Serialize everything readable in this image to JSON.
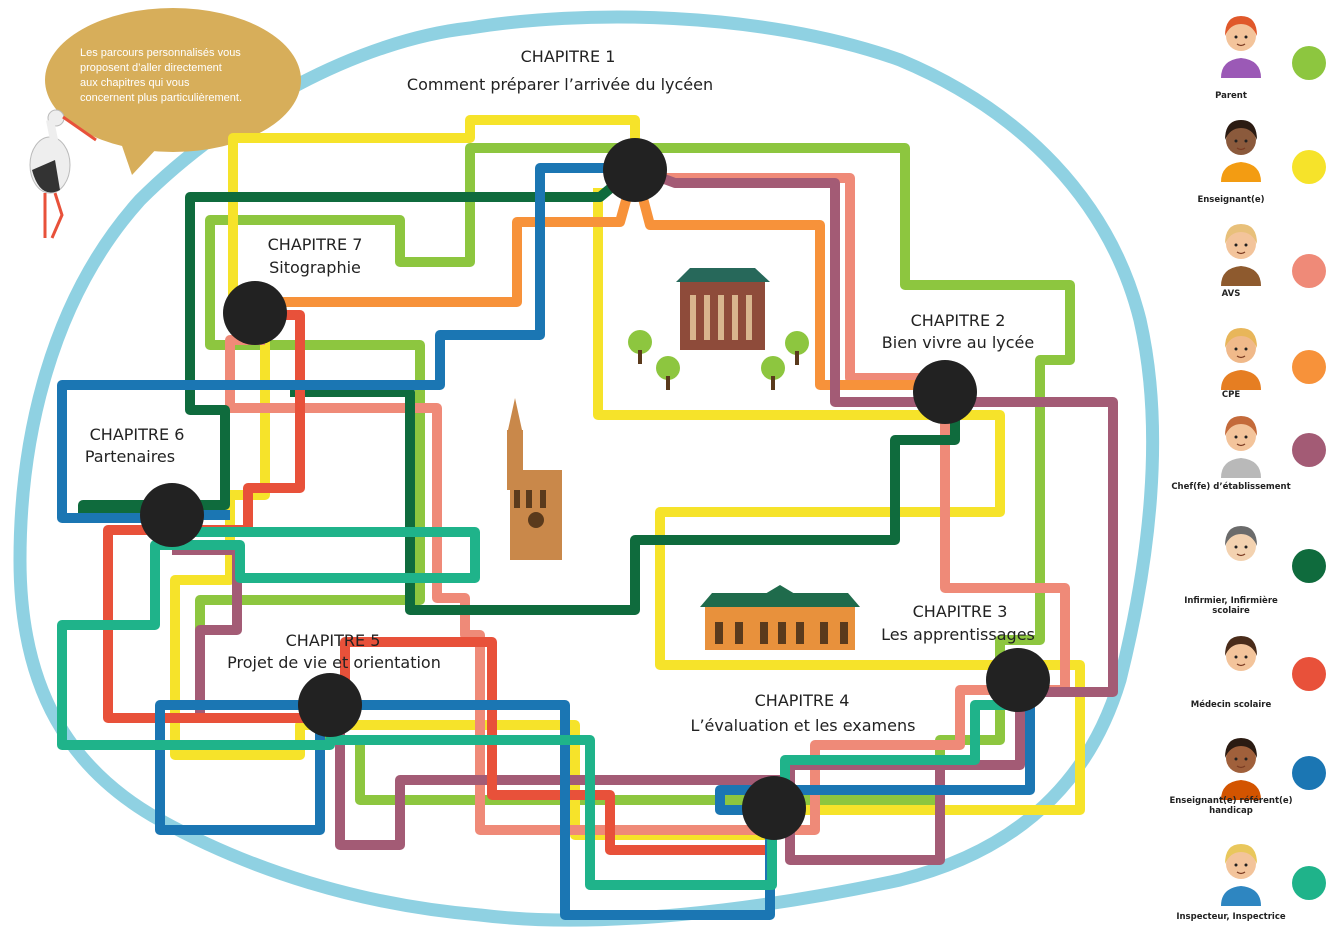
{
  "bubble": {
    "lines": [
      "Les parcours personnalisés vous",
      "proposent d’aller directement",
      "aux chapitres qui vous",
      "concernent plus particulièrement."
    ]
  },
  "chapters": [
    {
      "id": "1",
      "title": "CHAPITRE 1",
      "subtitle": "Comment préparer l’arrivée du  lycéen"
    },
    {
      "id": "2",
      "title": "CHAPITRE 2",
      "subtitle": "Bien vivre au lycée"
    },
    {
      "id": "3",
      "title": "CHAPITRE 3",
      "subtitle": "Les apprentissages"
    },
    {
      "id": "4",
      "title": "CHAPITRE 4",
      "subtitle": "L’évaluation et les examens"
    },
    {
      "id": "5",
      "title": "CHAPITRE 5",
      "subtitle": "Projet de vie et orientation"
    },
    {
      "id": "6",
      "title": "CHAPITRE 6",
      "subtitle": "Partenaires"
    },
    {
      "id": "7",
      "title": "CHAPITRE 7",
      "subtitle": "Sitographie"
    }
  ],
  "legend": [
    {
      "label": "Parent",
      "color": "#8dc63f",
      "hair": "#e0582a",
      "skin": "#f3c49b",
      "shirt": "#9b59b6"
    },
    {
      "label": "Enseignant(e)",
      "color": "#f6e32a",
      "hair": "#2b1b12",
      "skin": "#8b5a3c",
      "shirt": "#f39c12"
    },
    {
      "label": "AVS",
      "color": "#ef8a78",
      "hair": "#e8c07a",
      "skin": "#f3c49b",
      "shirt": "#8e5a2e"
    },
    {
      "label": "CPE",
      "color": "#f7923a",
      "hair": "#e8b65a",
      "skin": "#f0b98a",
      "shirt": "#e67e22"
    },
    {
      "label": "Chef(fe) d’établissement",
      "color": "#a35b75",
      "hair": "#c46a3a",
      "skin": "#f3c49b",
      "shirt": "#b9b9b9"
    },
    {
      "label": "Infirmier, Infirmière scolaire",
      "color": "#0f6b3d",
      "hair": "#6b6b6b",
      "skin": "#f3d2b0",
      "shirt": "#ffffff"
    },
    {
      "label": "Médecin scolaire",
      "color": "#e8513a",
      "hair": "#4a2c1a",
      "skin": "#f3c49b",
      "shirt": "#ffffff"
    },
    {
      "label": "Enseignant(e) référent(e) handicap",
      "color": "#1b76b3",
      "hair": "#2b1b12",
      "skin": "#a0603b",
      "shirt": "#d35400"
    },
    {
      "label": "Inspecteur, Inspectrice",
      "color": "#1fb38a",
      "hair": "#e9c75c",
      "skin": "#f3c49b",
      "shirt": "#2e86c1"
    }
  ]
}
